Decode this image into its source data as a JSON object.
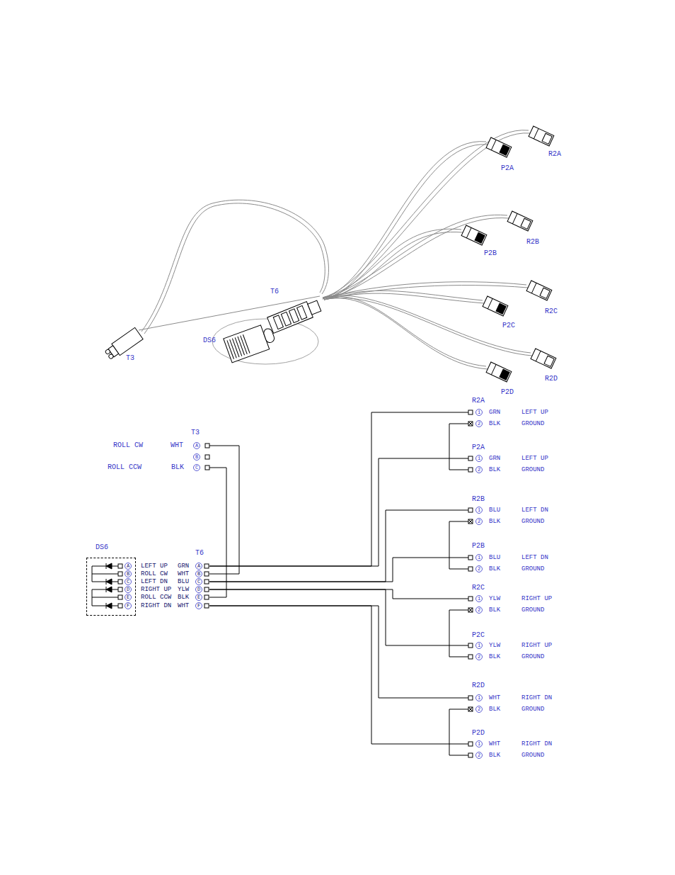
{
  "diagram": {
    "nodes": [
      {
        "text": [
          "DS6",
          "A",
          "B",
          "C",
          "D",
          "E",
          "F"
        ]
      }
    ],
    "labels": [
      "R2A",
      "P2A",
      "R2B",
      "P2B",
      "R2C",
      "P2C",
      "R2D",
      "P2D",
      "T6",
      "DS6",
      "T3",
      "T3",
      "ROLL CW",
      "WHT",
      "A",
      "B",
      "ROLL CCW",
      "BLK",
      "C",
      "T6",
      "LEFT UP",
      "GRN",
      "A",
      "ROLL CW",
      "WHT",
      "B",
      "LEFT DN",
      "BLU",
      "C",
      "RIGHT UP",
      "YLW",
      "D",
      "ROLL CCW",
      "BLK",
      "E",
      "RIGHT DN",
      "WHT",
      "F",
      "R2A",
      "1",
      "GRN",
      "LEFT UP",
      "2",
      "BLK",
      "GROUND",
      "P2A",
      "1",
      "GRN",
      "LEFT UP",
      "2",
      "BLK",
      "GROUND",
      "R2B",
      "1",
      "BLU",
      "LEFT DN",
      "2",
      "BLK",
      "GROUND",
      "P2B",
      "1",
      "BLU",
      "LEFT DN",
      "2",
      "BLK",
      "GROUND",
      "R2C",
      "1",
      "YLW",
      "RIGHT UP",
      "2",
      "BLK",
      "GROUND",
      "P2C",
      "1",
      "YLW",
      "RIGHT UP",
      "2",
      "BLK",
      "GROUND",
      "R2D",
      "1",
      "WHT",
      "RIGHT DN",
      "2",
      "BLK",
      "GROUND",
      "P2D",
      "1",
      "WHT",
      "RIGHT DN",
      "2",
      "BLK",
      "GROUND"
    ]
  }
}
